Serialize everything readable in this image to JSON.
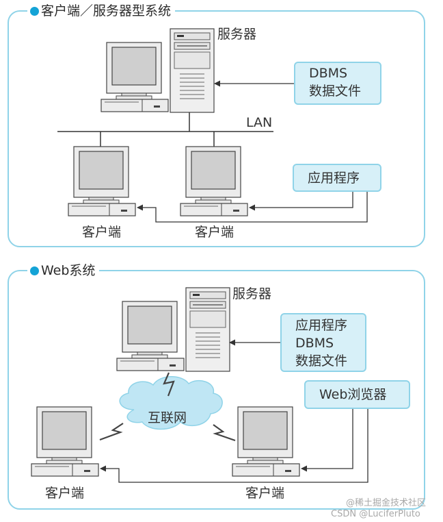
{
  "cs_section": {
    "title": "客户端／服务器型系统",
    "server_label": "服务器",
    "lan_label": "LAN",
    "dbms_box": [
      "DBMS",
      "数据文件"
    ],
    "app_box": "应用程序",
    "client_label_left": "客户端",
    "client_label_right": "客户端"
  },
  "web_section": {
    "title": "Web系统",
    "server_label": "服务器",
    "server_box": [
      "应用程序",
      "DBMS",
      "数据文件"
    ],
    "browser_box": "Web浏览器",
    "internet_label": "互联网",
    "client_label_left": "客户端",
    "client_label_right": "客户端"
  },
  "watermark": {
    "line1": "@稀土掘金技术社区",
    "line2": "CSDN @LuciferPluto"
  },
  "colors": {
    "accent": "#14a3d6",
    "panel_border": "#8fd3e8",
    "box_fill": "#d7f0f8",
    "cloud_fill": "#bfe6f4"
  }
}
